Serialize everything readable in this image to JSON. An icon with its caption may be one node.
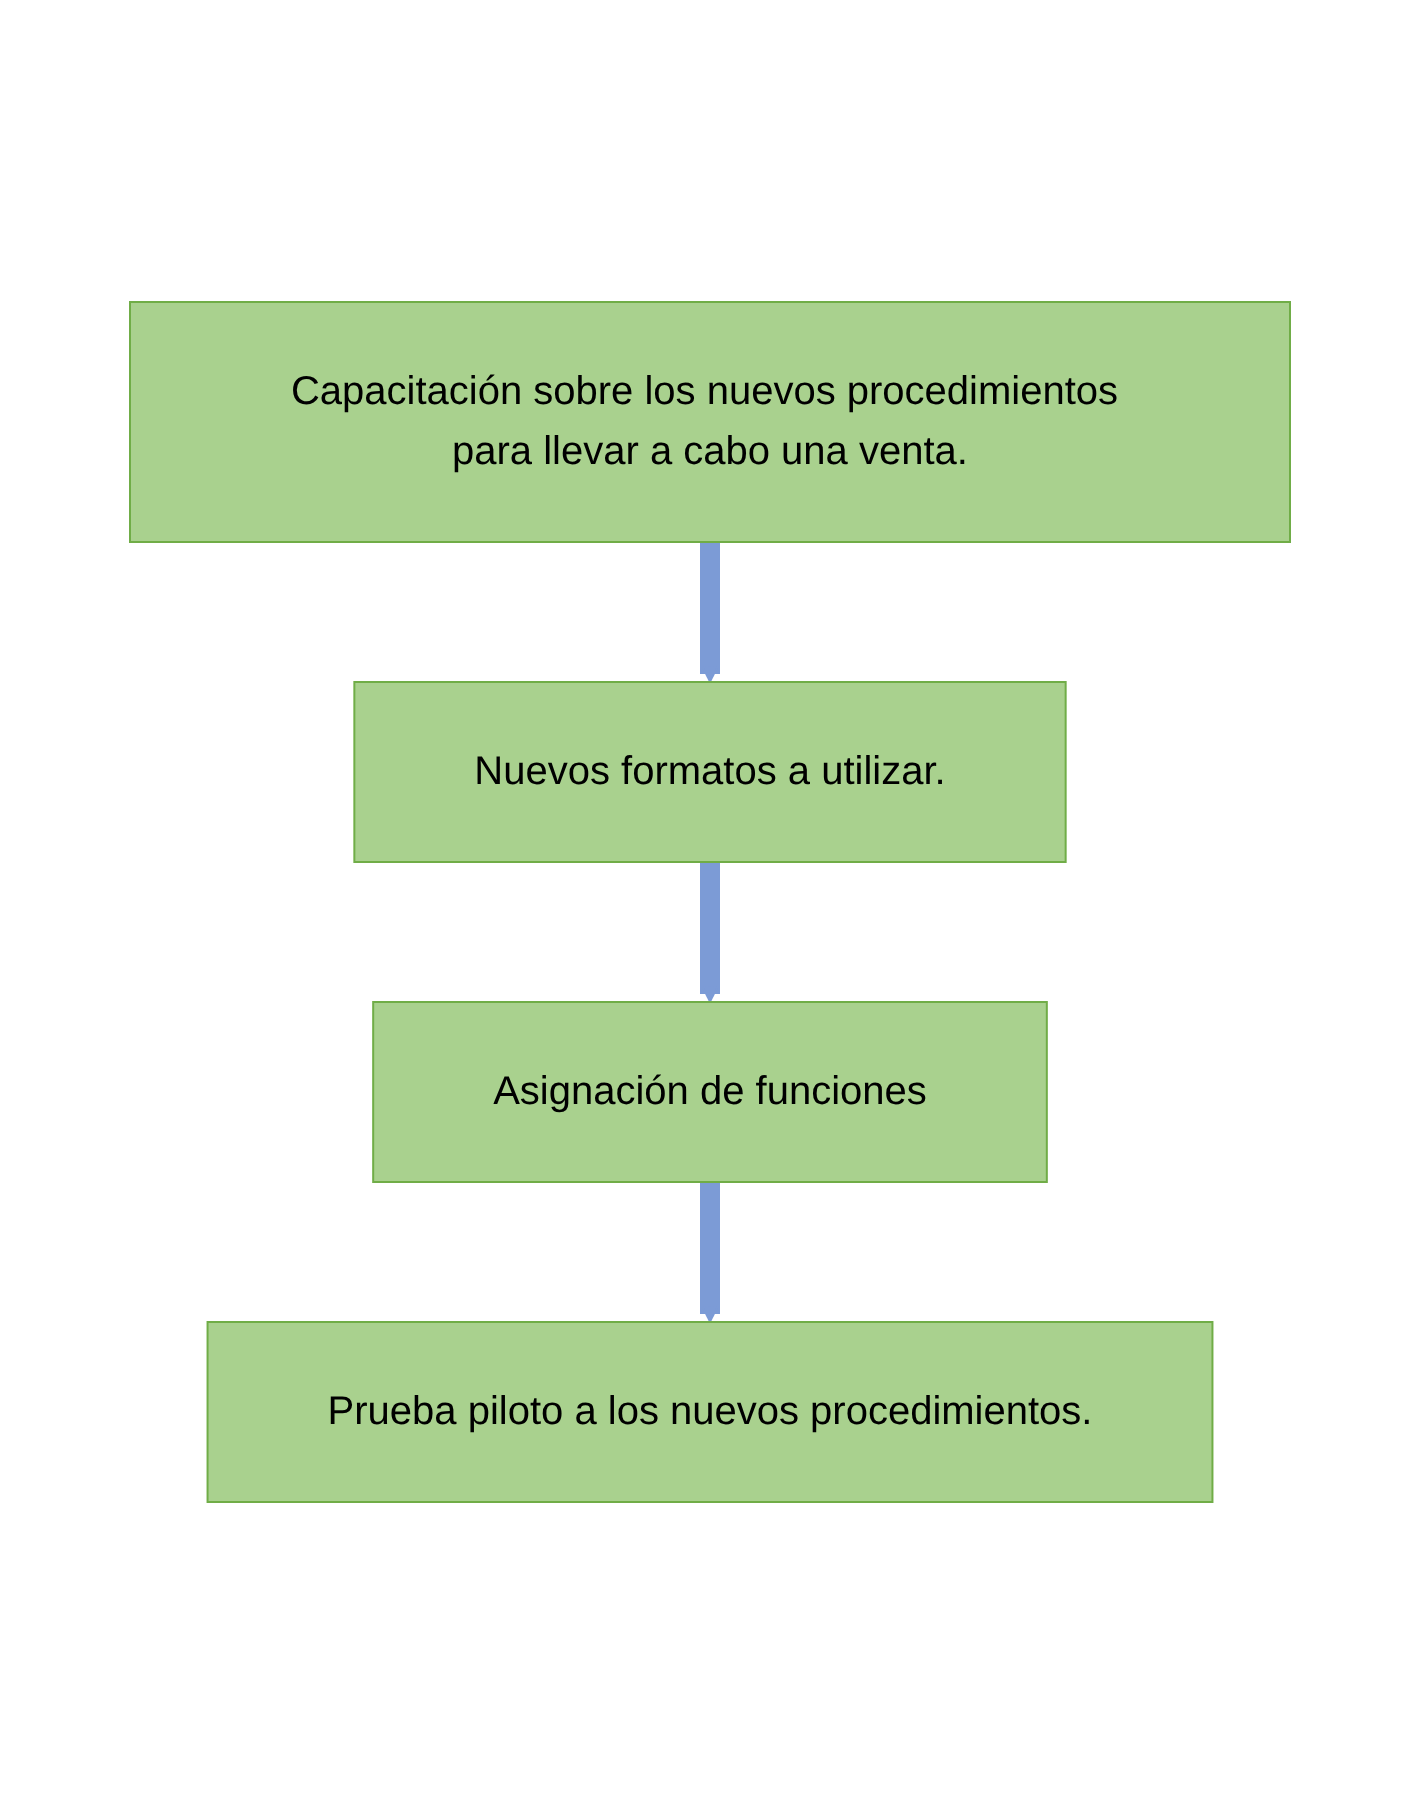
{
  "diagram": {
    "nodes": [
      {
        "text": [
          "Capacitación sobre los nuevos procedimientos para llevar a cabo una venta."
        ]
      },
      {
        "text": [
          "Nuevos formatos a utilizar."
        ]
      },
      {
        "text": [
          "Asignación de funciones"
        ]
      },
      {
        "text": [
          "Prueba piloto a los nuevos procedimientos."
        ]
      }
    ],
    "edges": [
      {
        "from": 0,
        "to": 1,
        "arrow": "to"
      },
      {
        "from": 1,
        "to": 2,
        "arrow": "to"
      },
      {
        "from": 2,
        "to": 3,
        "arrow": "to"
      }
    ]
  }
}
